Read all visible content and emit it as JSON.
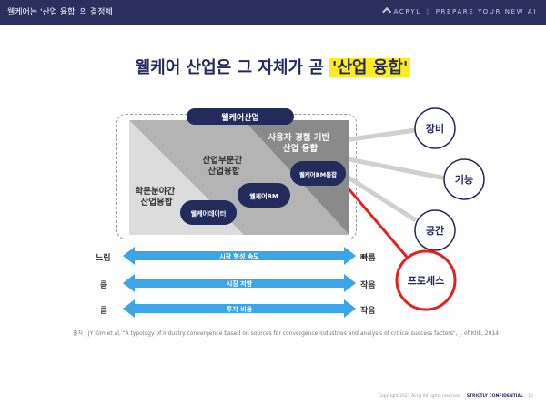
{
  "header": {
    "title": "웰케어는 '산업 융합' 의 결정체",
    "brand": "ACRYL",
    "tagline": "PREPARE YOUR NEW AI"
  },
  "headline": {
    "main": "웰케어 산업은 그 자체가 곧",
    "highlight": "'산업 융합'"
  },
  "diagram": {
    "title": "웰케어산업",
    "zones": {
      "light": "학문분야간\n산업융합",
      "mid": "산업부문간\n산업융합",
      "dark": "사용자 경험 기반\n산업 융합"
    },
    "pills": [
      "웰케어데이터",
      "웰케어BM",
      "웰케어BM통합"
    ],
    "circles": [
      "장비",
      "기능",
      "공간",
      "프로세스"
    ]
  },
  "arrows": [
    {
      "label": "시장 형성 속도",
      "left": "느림",
      "right": "빠름"
    },
    {
      "label": "시장 저항",
      "left": "큼",
      "right": "작음"
    },
    {
      "label": "투자 비용",
      "left": "큼",
      "right": "작음"
    }
  ],
  "footnote": "출처 : JY Kim et al, \"A typology of industry convergence based on sources for convergence industries and analysis of critical success factors\", J. of KIIE, 2014",
  "footer": {
    "copyright": "Copyright 2023 Acryl All rights reserved.",
    "confidential": "STRICTLY CONFIDENTIAL",
    "page": "15"
  },
  "colors": {
    "navy": "#2a2f5e",
    "highlight": "#ffeb22",
    "arrow": "#3aa6e8",
    "red": "#e81f1f"
  }
}
